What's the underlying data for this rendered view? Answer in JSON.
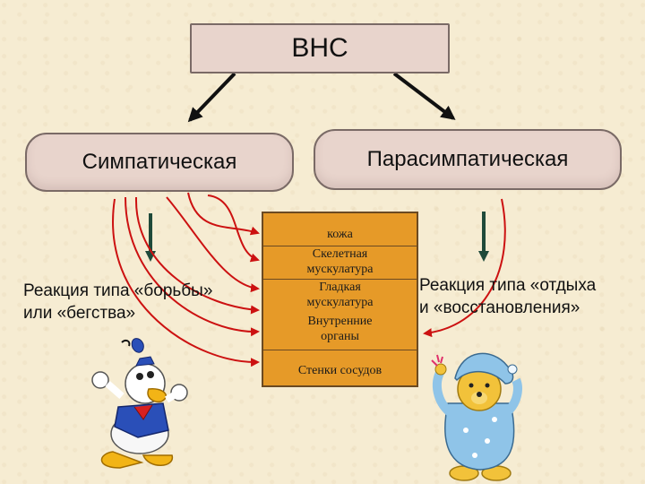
{
  "title": "ВНС",
  "branches": {
    "sympathetic": "Симпатическая",
    "parasympathetic": "Парасимпатическая"
  },
  "organs": [
    "кожа",
    "Скелетная мускулатура",
    "Гладкая мускулатура",
    "Внутренние органы",
    "Стенки сосудов"
  ],
  "reactions": {
    "sympathetic_line1": "Реакция типа «борьбы»",
    "sympathetic_line2": "или «бегства»",
    "parasympathetic_line1": "Реакция типа «отдыха",
    "parasympathetic_line2": "и «восстановления»"
  },
  "colors": {
    "box_fill": "#e8d4cc",
    "organ_fill": "#e69a28",
    "red_arrow": "#cc1111",
    "dark_arrow": "#1f4a3a",
    "background": "#f6ecd2"
  },
  "icons": [
    "donald-duck-fighting",
    "winnie-the-pooh-pajamas"
  ]
}
